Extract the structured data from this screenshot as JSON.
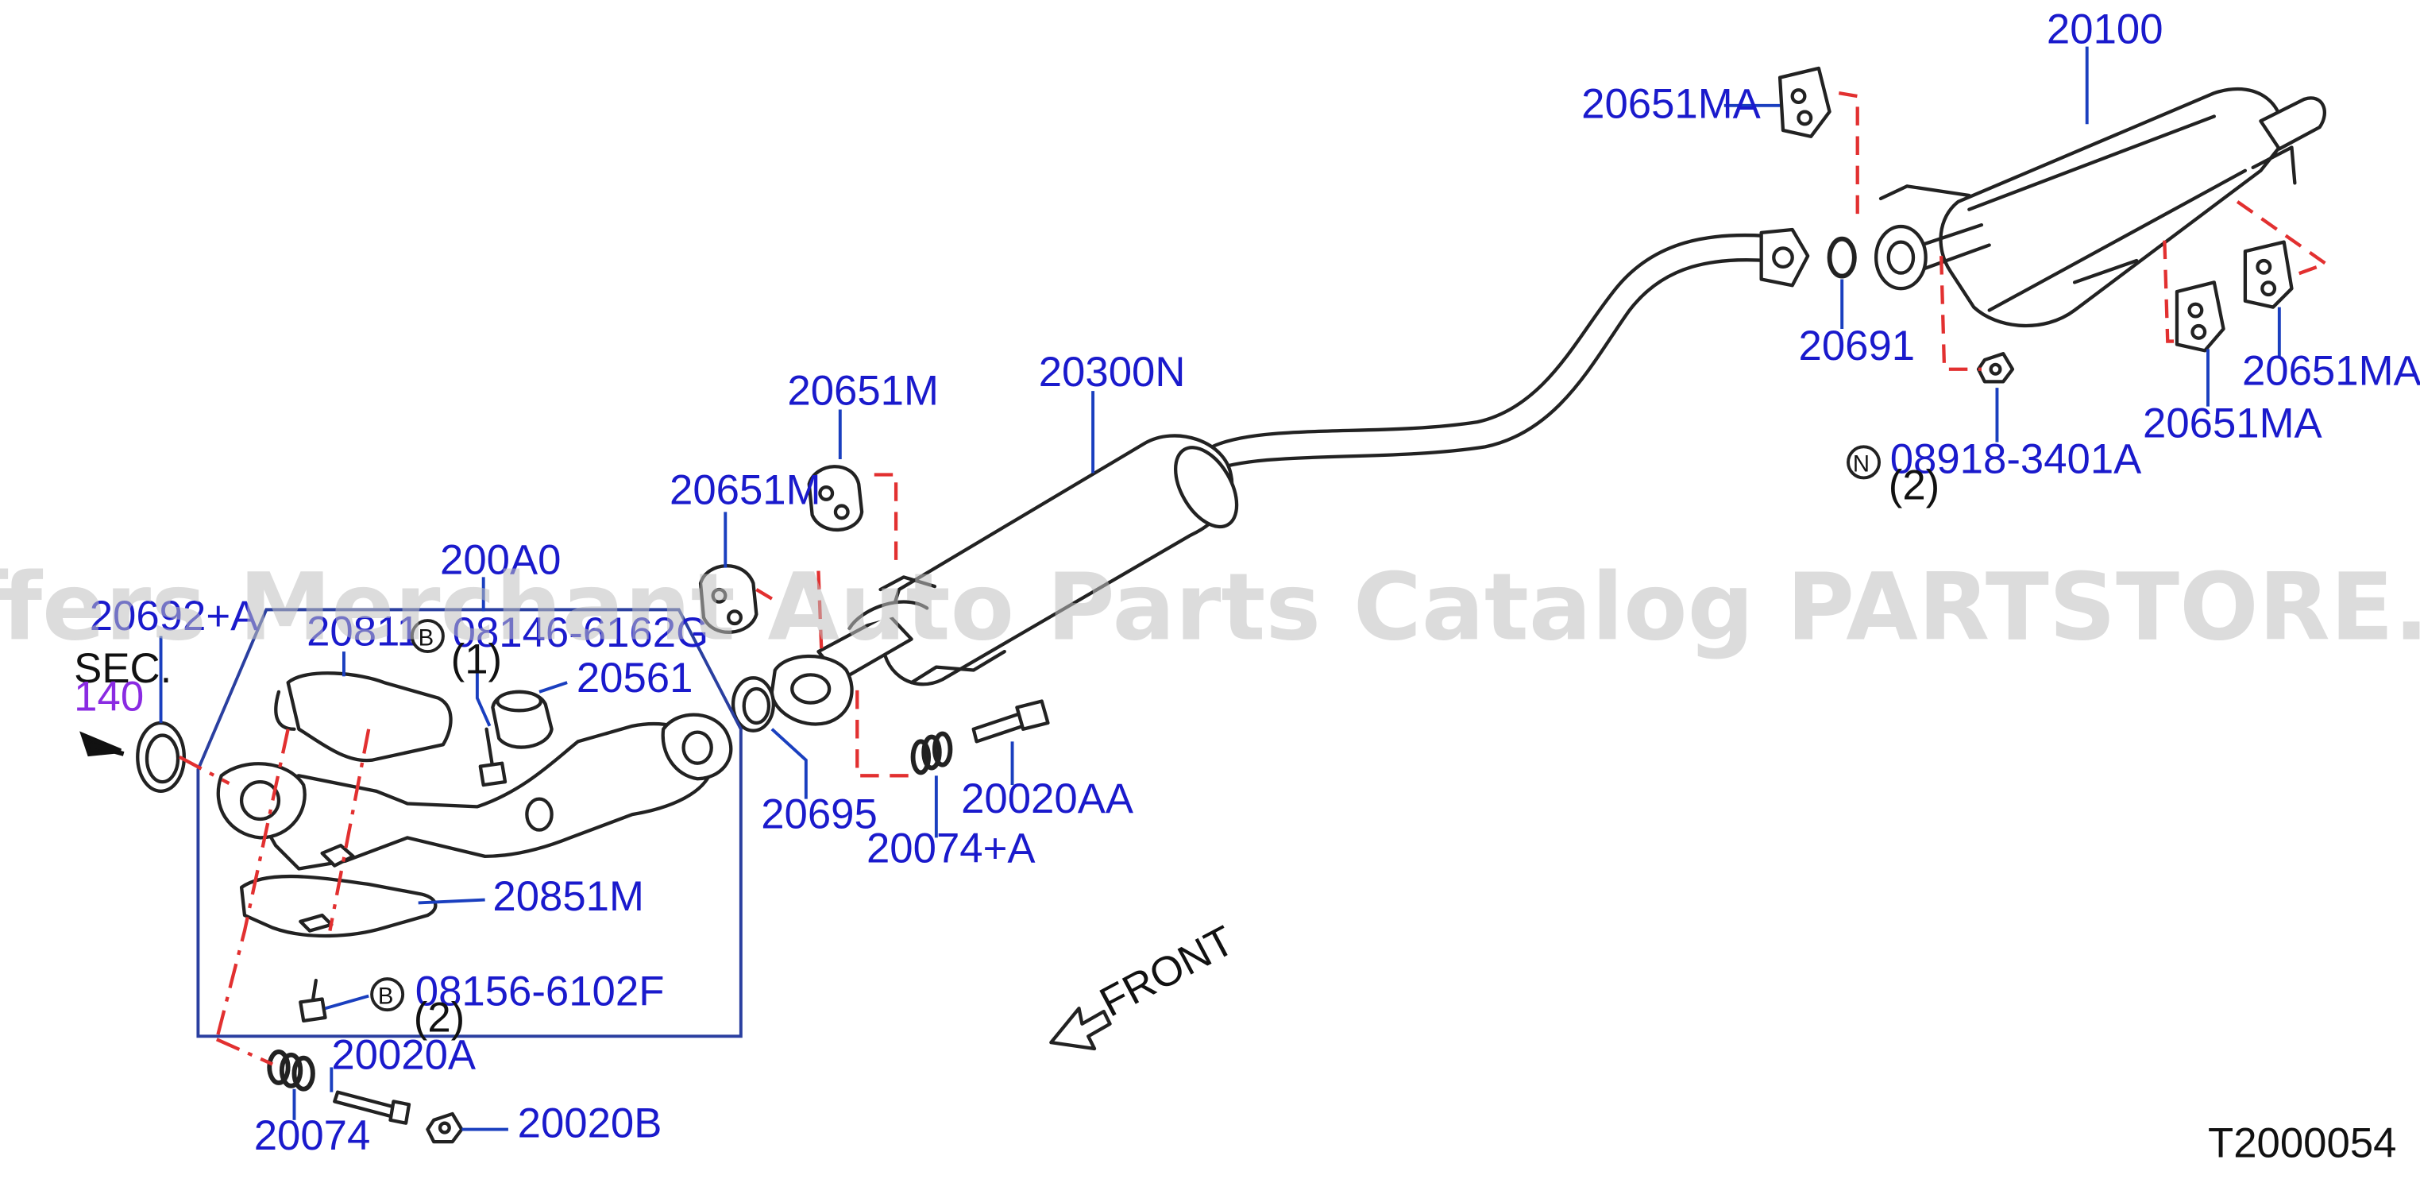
{
  "labels": {
    "p20100": "20100",
    "p20651MA_top": "20651MA",
    "p20691": "20691",
    "p20651MA_mid": "20651MA",
    "p20651MA_right": "20651MA",
    "nut_part": "08918-3401A",
    "nut_qty": "(2)",
    "p20300N": "20300N",
    "p20651M_a": "20651M",
    "p20651M_b": "20651M",
    "p200A0": "200A0",
    "p20692A": "20692+A",
    "sec_line1": "SEC.",
    "sec_line2": "140",
    "p20811": "20811",
    "bolt_b1_part": "08146-6162G",
    "bolt_b1_qty": "(1)",
    "p20561": "20561",
    "p20695": "20695",
    "p20074A": "20074+A",
    "p20020AA": "20020AA",
    "p20851M": "20851M",
    "bolt_b2_part": "08156-6102F",
    "bolt_b2_qty": "(2)",
    "p20020A": "20020A",
    "p20074": "20074",
    "p20020B": "20020B",
    "front": "FRONT",
    "diagram_id": "T2000054"
  },
  "callout_letters": {
    "nut": "N",
    "bolt_b1": "B",
    "bolt_b2": "B"
  },
  "watermark": "Offers Merchant Auto Parts Catalog PARTSTORE.SA",
  "colors": {
    "label_blue": "#1a1acc",
    "section_purple": "#8a2be2",
    "dashed_red": "#e23030",
    "watermark_gray": "#bfbfbf"
  }
}
